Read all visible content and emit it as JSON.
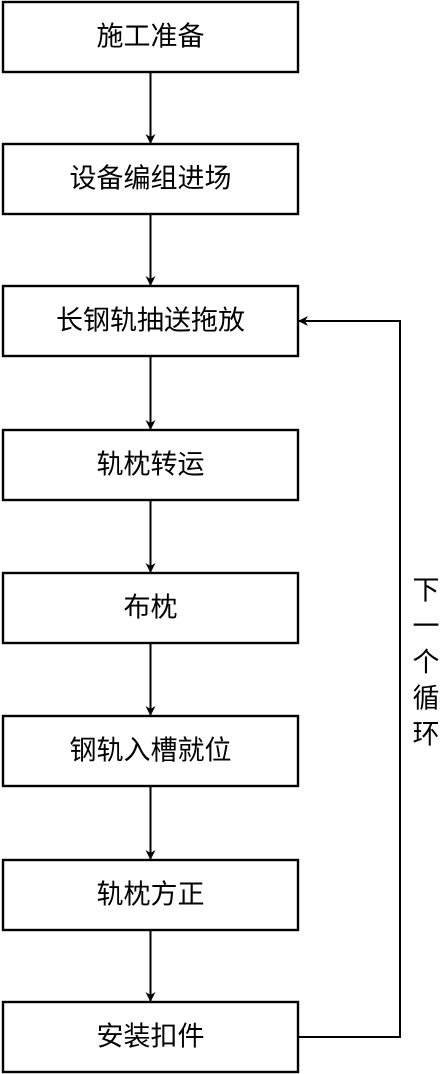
{
  "diagram": {
    "steps": [
      "施工准备",
      "设备编组进场",
      "长钢轨抽送拖放",
      "轨枕转运",
      "布枕",
      "钢轨入槽就位",
      "轨枕方正",
      "安装扣件"
    ],
    "loop": {
      "label_chars": [
        "下",
        "一",
        "个",
        "循",
        "环"
      ],
      "from_step": 7,
      "to_step": 2
    }
  }
}
